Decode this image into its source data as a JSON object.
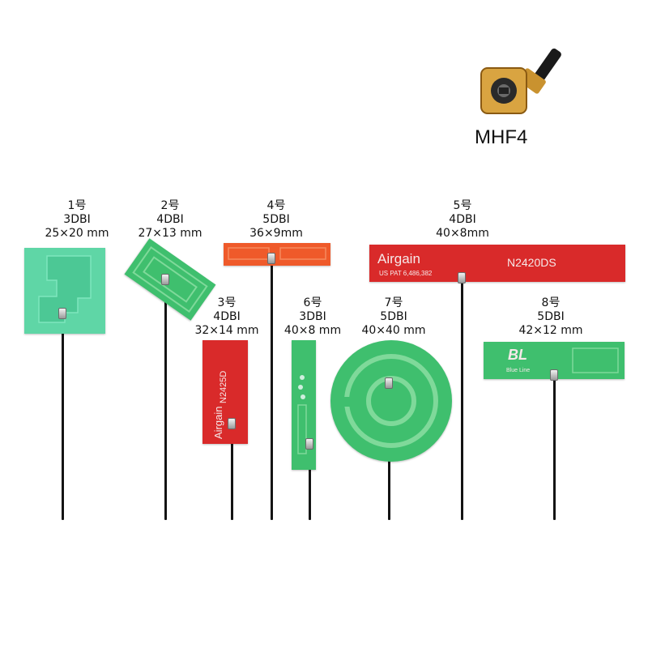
{
  "connector": {
    "name": "MHF4"
  },
  "antennas": [
    {
      "num": "1号",
      "gain": "3DBI",
      "size": "25×20 mm"
    },
    {
      "num": "2号",
      "gain": "4DBI",
      "size": "27×13 mm"
    },
    {
      "num": "3号",
      "gain": "4DBI",
      "size": "32×14 mm"
    },
    {
      "num": "4号",
      "gain": "5DBI",
      "size": "36×9mm"
    },
    {
      "num": "5号",
      "gain": "4DBI",
      "size": "40×8mm"
    },
    {
      "num": "6号",
      "gain": "3DBI",
      "size": "40×8 mm"
    },
    {
      "num": "7号",
      "gain": "5DBI",
      "size": "40×40 mm"
    },
    {
      "num": "8号",
      "gain": "5DBI",
      "size": "42×12 mm"
    }
  ],
  "pcb_markings": {
    "a5_brand": "Airgain",
    "a5_model": "N2420DS",
    "a5_patent": "US PAT 6,486,382",
    "a3_brand": "Airgain",
    "a3_model": "N2425D",
    "a8_logo": "BL",
    "a8_brand": "Blue Line"
  },
  "colors": {
    "green_pcb": "#3fbf6e",
    "mint_pcb": "#5fd6a6",
    "red_pcb": "#d92a2a",
    "orange_pcb": "#ef5a2a",
    "cable": "#141414",
    "gold": "#d9a441"
  }
}
